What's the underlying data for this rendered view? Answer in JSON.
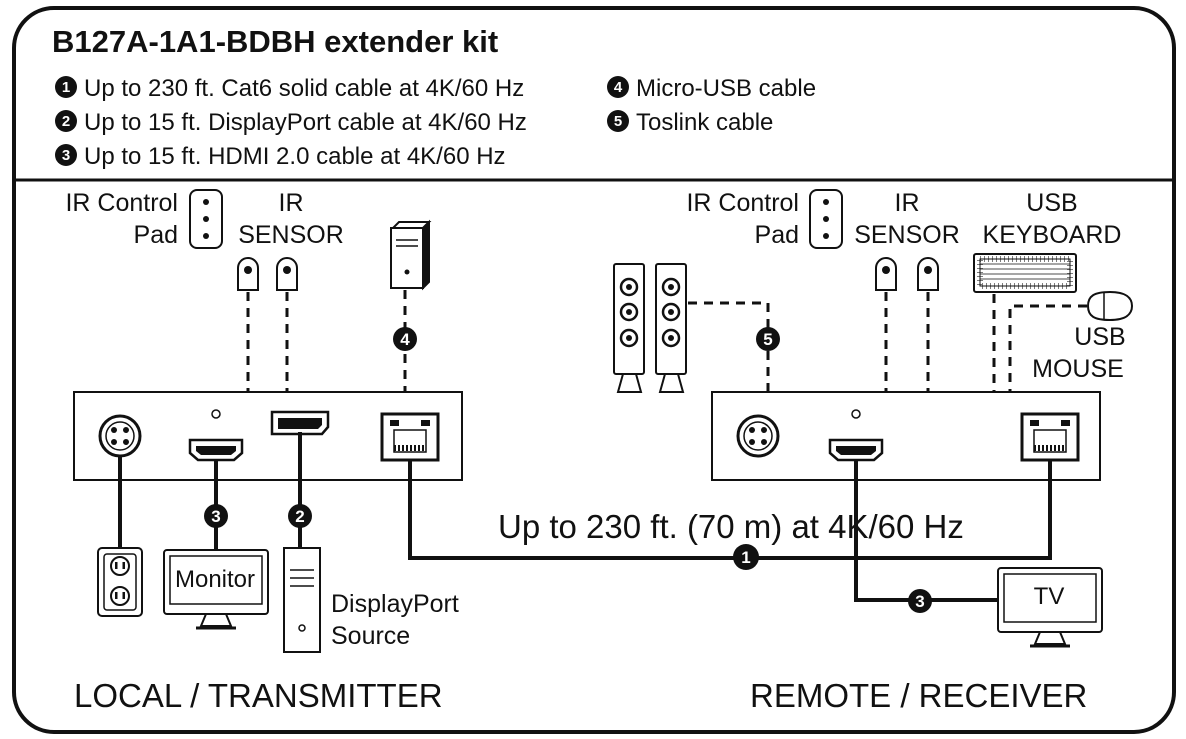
{
  "title": "B127A-1A1-BDBH extender kit",
  "legend": [
    {
      "num": "1",
      "text": "Up to 230 ft. Cat6 solid cable at 4K/60 Hz"
    },
    {
      "num": "2",
      "text": "Up to 15 ft. DisplayPort cable at 4K/60 Hz"
    },
    {
      "num": "3",
      "text": "Up to 15 ft. HDMI 2.0 cable at 4K/60 Hz"
    },
    {
      "num": "4",
      "text": "Micro-USB cable"
    },
    {
      "num": "5",
      "text": "Toslink cable"
    }
  ],
  "local": {
    "ir_pad_line1": "IR Control",
    "ir_pad_line2": "Pad",
    "ir_sensor_line1": "IR",
    "ir_sensor_line2": "SENSOR",
    "monitor": "Monitor",
    "dp_source_line1": "DisplayPort",
    "dp_source_line2": "Source",
    "section": "LOCAL / TRANSMITTER"
  },
  "remote": {
    "ir_pad_line1": "IR Control",
    "ir_pad_line2": "Pad",
    "ir_sensor_line1": "IR",
    "ir_sensor_line2": "SENSOR",
    "keyboard_line1": "USB",
    "keyboard_line2": "KEYBOARD",
    "mouse_line1": "USB",
    "mouse_line2": "MOUSE",
    "tv": "TV",
    "section": "REMOTE / RECEIVER"
  },
  "link_label": "Up to 230 ft. (70 m) at 4K/60 Hz",
  "badges": {
    "cat6": "1",
    "displayport": "2",
    "hdmi": "3",
    "usb": "4",
    "toslink": "5"
  }
}
